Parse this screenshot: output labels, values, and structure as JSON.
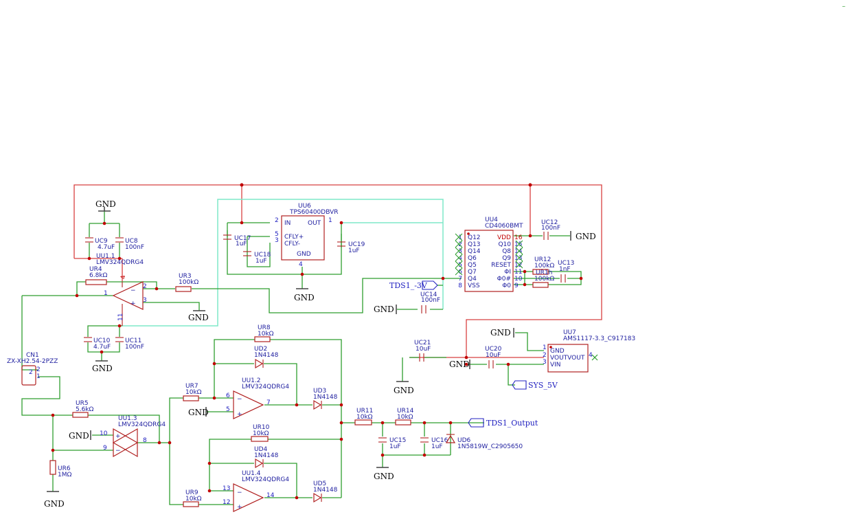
{
  "title": "",
  "corner_mark": "–",
  "gnd": "GND",
  "ports": {
    "tds1_neg": "TDS1_-3V",
    "tds1_output": "TDS1_Output",
    "sys_5v": "SYS_5V"
  },
  "components": {
    "cn1": {
      "ref": "CN1",
      "value": "ZX-XH2.54-2PZZ",
      "pin1": "1",
      "pin2": "2",
      "pin2_inner": "2"
    },
    "uc9": {
      "ref": "UC9",
      "value": "4.7uF"
    },
    "uc8": {
      "ref": "UC8",
      "value": "100nF"
    },
    "uu1_1": {
      "ref": "UU1.1",
      "value": "LMV324QDRG4",
      "pin_vcc": "4",
      "pin_vee": "11",
      "pin1": "1",
      "pin2": "2",
      "pin3": "3",
      "minus": "−",
      "plus": "+"
    },
    "ur4": {
      "ref": "UR4",
      "value": "6.8kΩ"
    },
    "ur3": {
      "ref": "UR3",
      "value": "100kΩ"
    },
    "uc10": {
      "ref": "UC10",
      "value": "4.7uF"
    },
    "uc11": {
      "ref": "UC11",
      "value": "100nF"
    },
    "uu6": {
      "ref": "UU6",
      "value": "TPS60400DBVR",
      "in": "IN",
      "out": "OUT",
      "cfly_p": "CFLY+",
      "cfly_n": "CFLY-",
      "gnd": "GND",
      "p1": "1",
      "p2": "2",
      "p3": "3",
      "p4": "4",
      "p5": "5"
    },
    "uc17": {
      "ref": "UC17",
      "value": "1uF"
    },
    "uc18": {
      "ref": "UC18",
      "value": "1uF"
    },
    "uc19": {
      "ref": "UC19",
      "value": "1uF"
    },
    "uc14": {
      "ref": "UC14",
      "value": "100nF"
    },
    "uu4": {
      "ref": "UU4",
      "value": "CD4060BMT",
      "left_pins": [
        {
          "num": "1",
          "name": "Q12"
        },
        {
          "num": "2",
          "name": "Q13"
        },
        {
          "num": "3",
          "name": "Q14"
        },
        {
          "num": "4",
          "name": "Q6"
        },
        {
          "num": "5",
          "name": "Q5"
        },
        {
          "num": "6",
          "name": "Q7"
        },
        {
          "num": "7",
          "name": "Q4"
        },
        {
          "num": "8",
          "name": "VSS"
        }
      ],
      "right_pins": [
        {
          "num": "16",
          "name": "VDD"
        },
        {
          "num": "15",
          "name": "Q10"
        },
        {
          "num": "14",
          "name": "Q8"
        },
        {
          "num": "13",
          "name": "Q9"
        },
        {
          "num": "12",
          "name": "RESET"
        },
        {
          "num": "11",
          "name": "ΦI"
        },
        {
          "num": "10",
          "name": "Φ0#"
        },
        {
          "num": "9",
          "name": "Φ0"
        }
      ]
    },
    "uc12": {
      "ref": "UC12",
      "value": "100nF"
    },
    "ur12": {
      "ref": "UR12",
      "value": "100kΩ"
    },
    "ur13": {
      "ref": "UR1h",
      "value": "100kΩ"
    },
    "uc13": {
      "ref": "UC13",
      "value": "1nF"
    },
    "uu7": {
      "ref": "UU7",
      "value": "AMS1117-3.3_C917183",
      "gnd": "GND",
      "vout": "VOUTVOUT",
      "vin": "VIN",
      "p1": "1",
      "p2": "2",
      "p3": "3",
      "p4": "4"
    },
    "uc21": {
      "ref": "UC21",
      "value": "10uF"
    },
    "uc20": {
      "ref": "UC20",
      "value": "10uF"
    },
    "ur8": {
      "ref": "UR8",
      "value": "10kΩ"
    },
    "ud2": {
      "ref": "UD2",
      "value": "1N4148"
    },
    "uu1_2": {
      "ref": "UU1.2",
      "value": "LMV324QDRG4",
      "pin6": "6",
      "pin5": "5",
      "pin7": "7"
    },
    "ur7": {
      "ref": "UR7",
      "value": "10kΩ"
    },
    "ud3": {
      "ref": "UD3",
      "value": "1N4148"
    },
    "ur5": {
      "ref": "UR5",
      "value": "5.6kΩ"
    },
    "uu1_3": {
      "ref": "UU1.3",
      "value": "LMV324QDRG4",
      "pin10": "10",
      "pin9": "9",
      "pin8": "8"
    },
    "ur6": {
      "ref": "UR6",
      "value": "1MΩ"
    },
    "ur10": {
      "ref": "UR10",
      "value": "10kΩ"
    },
    "ud4": {
      "ref": "UD4",
      "value": "1N4148"
    },
    "uu1_4": {
      "ref": "UU1.4",
      "value": "LMV324QDRG4",
      "pin13": "13",
      "pin12": "12",
      "pin14": "14"
    },
    "ur9": {
      "ref": "UR9",
      "value": "10kΩ"
    },
    "ud5": {
      "ref": "UD5",
      "value": "1N4148"
    },
    "ur11": {
      "ref": "UR11",
      "value": "10kΩ"
    },
    "ur14": {
      "ref": "UR14",
      "value": "10kΩ"
    },
    "uc15": {
      "ref": "UC15",
      "value": "1uF"
    },
    "uc16": {
      "ref": "UC16",
      "value": "1uF"
    },
    "ud6": {
      "ref": "UD6",
      "value": "1N5819W_C2905650"
    }
  }
}
